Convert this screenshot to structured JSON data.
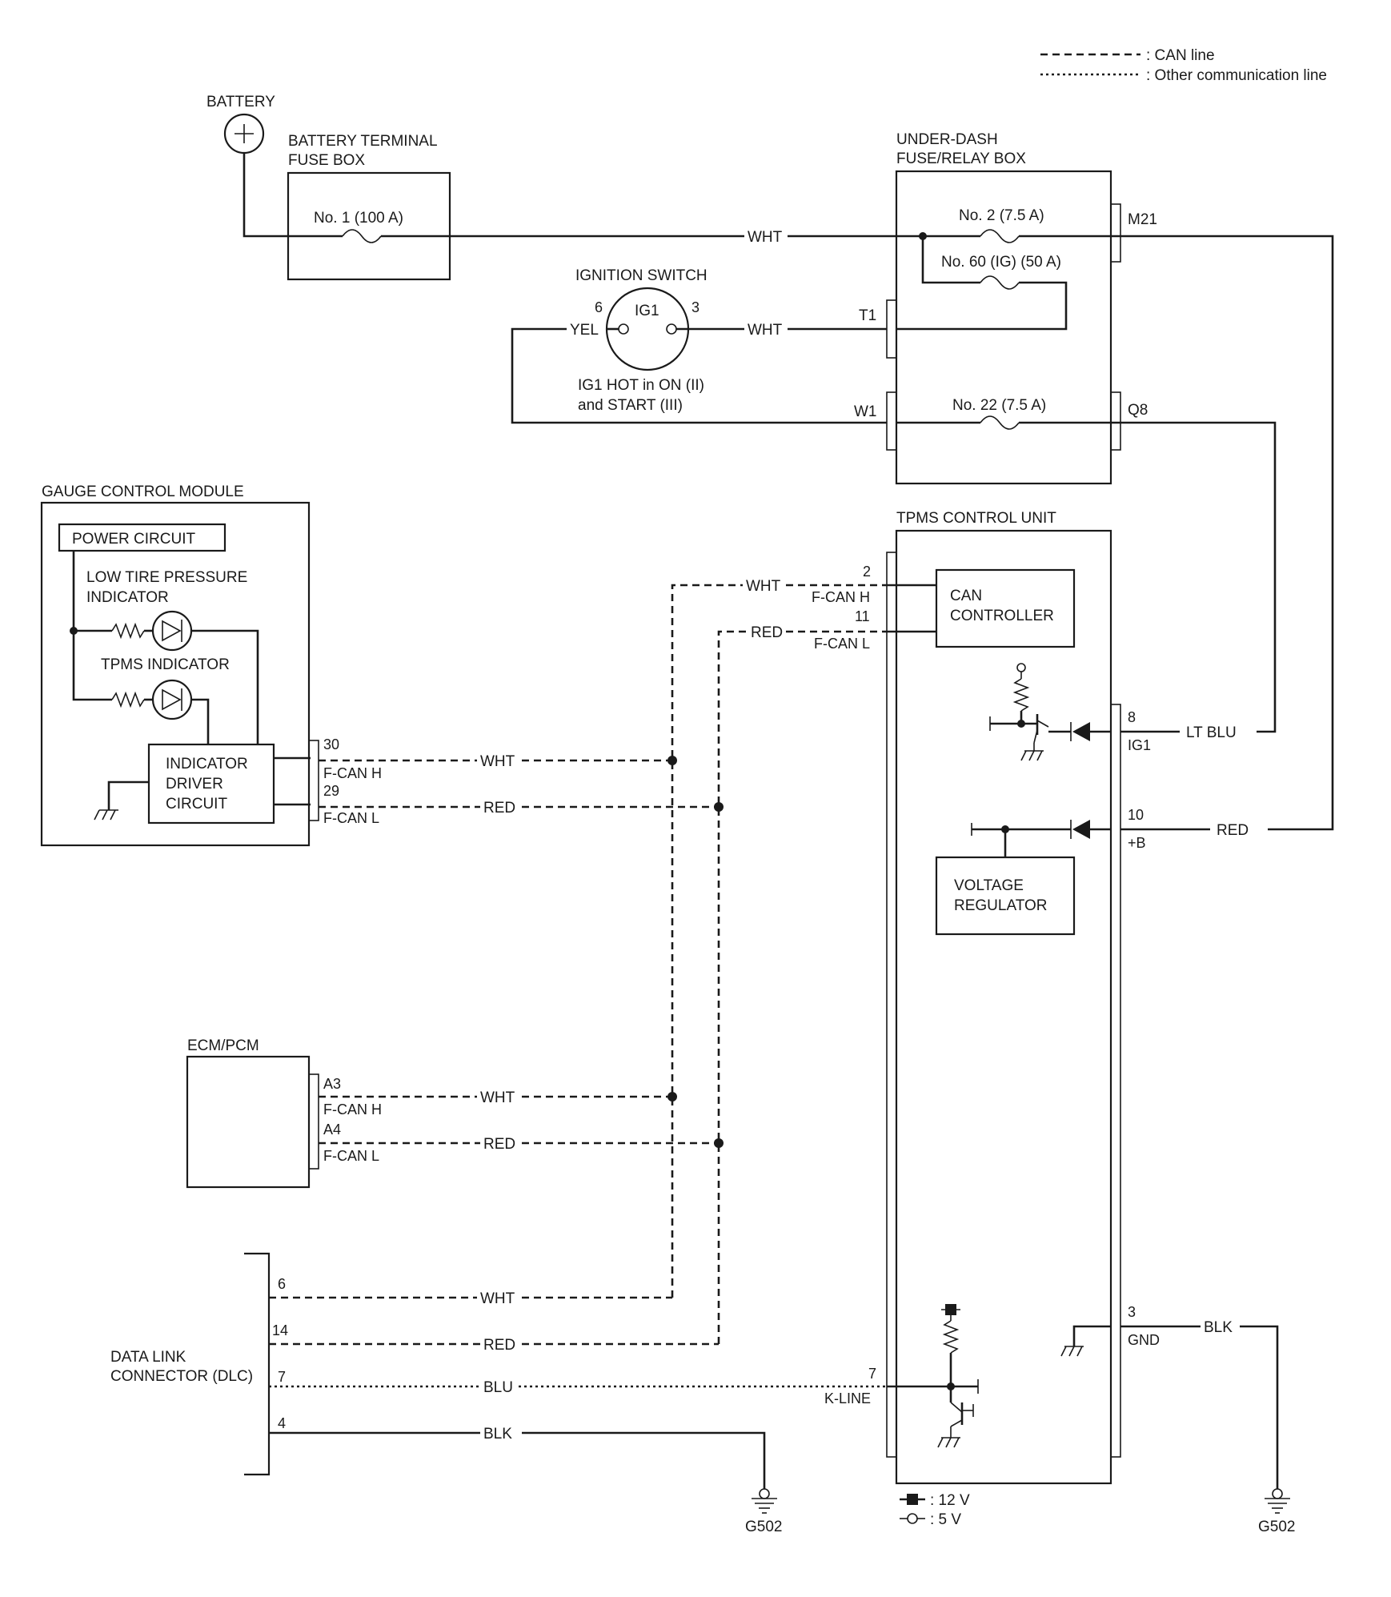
{
  "legend": {
    "can_line": ": CAN line",
    "other_line": ": Other communication line",
    "v12": ": 12 V",
    "v5": ": 5 V"
  },
  "components": {
    "battery": "BATTERY",
    "fuse_box_line1": "BATTERY TERMINAL",
    "fuse_box_line2": "FUSE BOX",
    "fuse_no1": "No. 1 (100 A)",
    "underdash_line1": "UNDER-DASH",
    "underdash_line2": "FUSE/RELAY BOX",
    "fuse_no2": "No. 2 (7.5 A)",
    "fuse_no60": "No. 60 (IG) (50 A)",
    "fuse_no22": "No. 22 (7.5 A)",
    "ignition_switch": "IGNITION SWITCH",
    "ig1": "IG1",
    "ig1_note_line1": "IG1 HOT in ON (II)",
    "ig1_note_line2": "and START (III)",
    "gauge_module": "GAUGE CONTROL MODULE",
    "power_circuit": "POWER CIRCUIT",
    "low_tire_line1": "LOW TIRE PRESSURE",
    "low_tire_line2": "INDICATOR",
    "tpms_indicator": "TPMS INDICATOR",
    "driver_line1": "INDICATOR",
    "driver_line2": "DRIVER",
    "driver_line3": "CIRCUIT",
    "tpms_unit": "TPMS CONTROL UNIT",
    "can_ctrl_line1": "CAN",
    "can_ctrl_line2": "CONTROLLER",
    "vreg_line1": "VOLTAGE",
    "vreg_line2": "REGULATOR",
    "ecm": "ECM/PCM",
    "dlc_line1": "DATA LINK",
    "dlc_line2": "CONNECTOR (DLC)",
    "ground1": "G502",
    "ground2": "G502"
  },
  "terminals": {
    "m21": "M21",
    "t1": "T1",
    "w1": "W1",
    "q8": "Q8",
    "ig_6": "6",
    "ig_3": "3",
    "t2": "2",
    "t2_sig": "F-CAN H",
    "t11": "11",
    "t11_sig": "F-CAN L",
    "t8": "8",
    "t8_sig": "IG1",
    "t10": "10",
    "t10_sig": "+B",
    "t3": "3",
    "t3_sig": "GND",
    "t7": "7",
    "t7_sig": "K-LINE",
    "g30": "30",
    "g30_sig": "F-CAN H",
    "g29": "29",
    "g29_sig": "F-CAN L",
    "a3": "A3",
    "a3_sig": "F-CAN H",
    "a4": "A4",
    "a4_sig": "F-CAN L",
    "d6": "6",
    "d14": "14",
    "d7": "7",
    "d4": "4"
  },
  "wires": {
    "wht_main": "WHT",
    "yel": "YEL",
    "wht_ig": "WHT",
    "wht_can_tpms": "WHT",
    "red_can_tpms": "RED",
    "ltblu": "LT BLU",
    "red_b": "RED",
    "wht_gauge": "WHT",
    "red_gauge": "RED",
    "wht_ecm": "WHT",
    "red_ecm": "RED",
    "wht_dlc": "WHT",
    "red_dlc": "RED",
    "blu_dlc": "BLU",
    "blk_dlc": "BLK",
    "blk_gnd": "BLK"
  }
}
